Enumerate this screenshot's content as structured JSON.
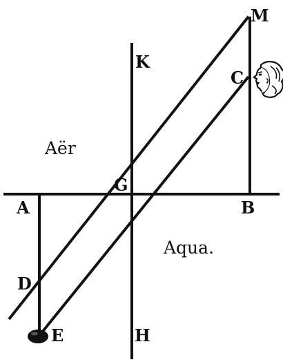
{
  "diagram": {
    "labels": {
      "M": "M",
      "K": "K",
      "C": "C",
      "G": "G",
      "A": "A",
      "B": "B",
      "D": "D",
      "E": "E",
      "H": "H"
    },
    "regions": {
      "air": "Aër",
      "water": "Aqua."
    },
    "icons": {
      "observer": "face-icon",
      "object": "stone-icon"
    },
    "ink_color": "#111111"
  }
}
